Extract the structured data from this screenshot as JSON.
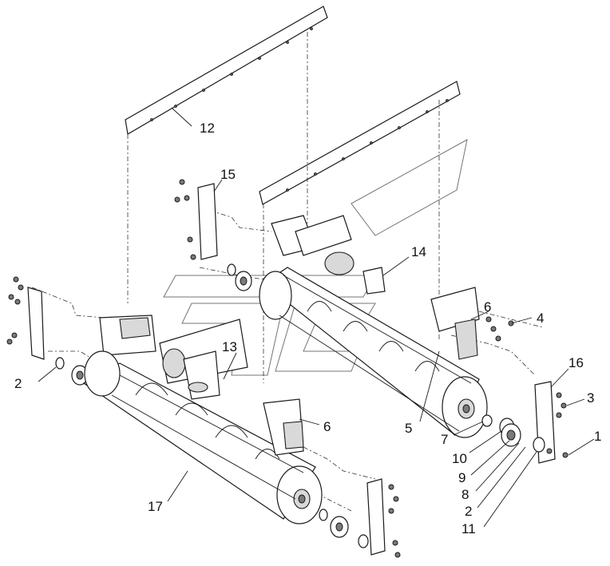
{
  "callouts": [
    {
      "id": "c12",
      "text": "12"
    },
    {
      "id": "c15",
      "text": "15"
    },
    {
      "id": "c14",
      "text": "14"
    },
    {
      "id": "c6a",
      "text": "6"
    },
    {
      "id": "c4",
      "text": "4"
    },
    {
      "id": "c13",
      "text": "13"
    },
    {
      "id": "c16",
      "text": "16"
    },
    {
      "id": "c3",
      "text": "3"
    },
    {
      "id": "c2a",
      "text": "2"
    },
    {
      "id": "c6b",
      "text": "6"
    },
    {
      "id": "c5",
      "text": "5"
    },
    {
      "id": "c7",
      "text": "7"
    },
    {
      "id": "c1",
      "text": "1"
    },
    {
      "id": "c10",
      "text": "10"
    },
    {
      "id": "c9",
      "text": "9"
    },
    {
      "id": "c8",
      "text": "8"
    },
    {
      "id": "c2b",
      "text": "2"
    },
    {
      "id": "c11",
      "text": "11"
    },
    {
      "id": "c17",
      "text": "17"
    }
  ]
}
